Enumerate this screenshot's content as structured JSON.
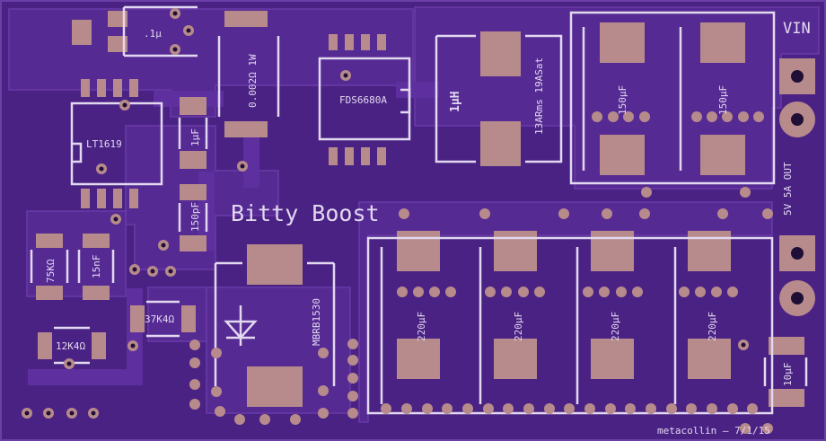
{
  "board": {
    "colors": {
      "substrate": "#4a2284",
      "copper": "#5a2c97",
      "pad": "#b78b8b",
      "silk": "#e2d8f0",
      "hole": "#1f0f36"
    },
    "title": "Bitty Boost",
    "credit": "metacollin — 7/1/15",
    "connectors": {
      "vin": "VIN",
      "out": "5V 5A OUT"
    },
    "components": {
      "shunt": "0.002Ω 1W",
      "mosfet": "FDS6680A",
      "inductor_value": "1µH",
      "inductor_rating": "13ARms 19ASat",
      "controller": "LT1619",
      "cap_1uF_top": "1µF",
      "cap_150pF": "150pF",
      "cap_1uF_corner": ".1µ",
      "r_75k": "75KΩ",
      "c_15nF": "15nF",
      "r_37k4": "37K4Ω",
      "r_12k4": "12K4Ω",
      "diode": "MBRB1530",
      "cap_150uF_a": "150µF",
      "cap_150uF_b": "150µF",
      "cap_220uF_1": "220µF",
      "cap_220uF_2": "220µF",
      "cap_220uF_3": "220µF",
      "cap_220uF_4": "220µF",
      "cap_10uF": "10µF"
    }
  }
}
